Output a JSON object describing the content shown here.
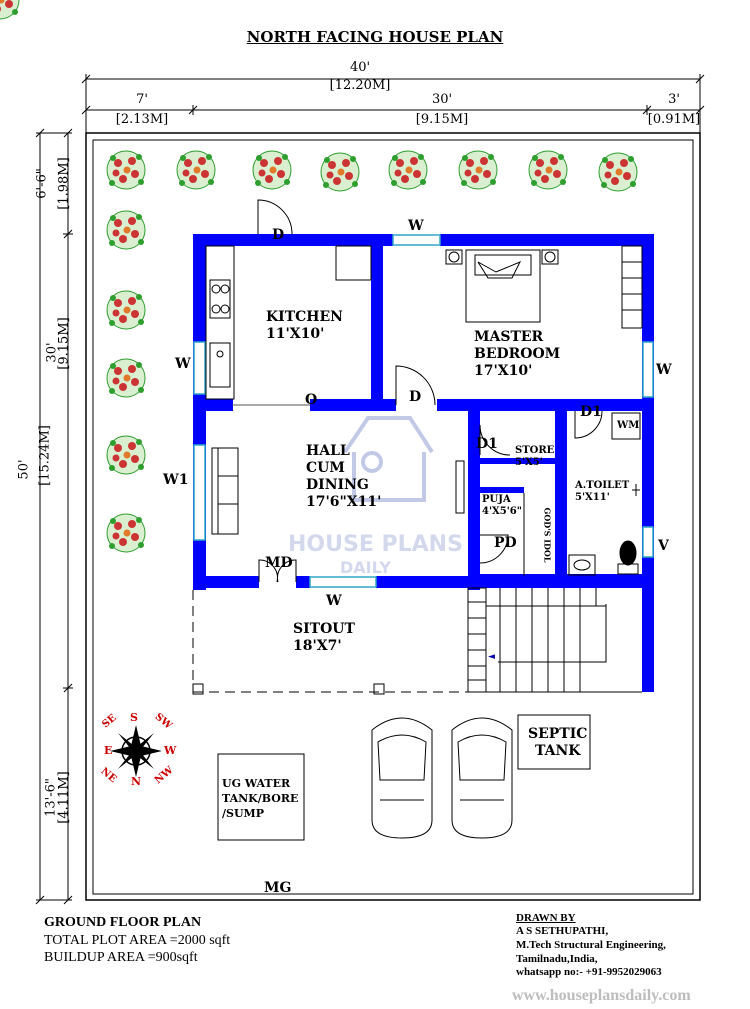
{
  "title": "NORTH FACING HOUSE PLAN",
  "dimensions": {
    "total_width_ft": "40'",
    "total_width_m": "[12.20M]",
    "left_setback_ft": "7'",
    "left_setback_m": "[2.13M]",
    "house_width_ft": "30'",
    "house_width_m": "[9.15M]",
    "right_setback_ft": "3'",
    "right_setback_m": "[0.91M]",
    "top_setback_ft": "6'-6\"",
    "top_setback_m": "[1.98M]",
    "house_depth_ft": "30'",
    "house_depth_m": "[9.15M]",
    "total_depth_ft": "50'",
    "total_depth_m": "[15.24M]",
    "front_setback_ft": "13'-6\"",
    "front_setback_m": "[4.11M]"
  },
  "rooms": {
    "kitchen": {
      "name": "KITCHEN",
      "size": "11'X10'"
    },
    "master_bedroom": {
      "name_line1": "MASTER",
      "name_line2": "BEDROOM",
      "size": "17'X10'"
    },
    "hall": {
      "name_line1": "HALL",
      "name_line2": "CUM",
      "name_line3": "DINING",
      "size": "17'6\"X11'"
    },
    "store": {
      "name": "STORE",
      "size": "5'X5'"
    },
    "toilet": {
      "name": "A.TOILET",
      "size": "5'X11'"
    },
    "puja": {
      "name": "PUJA",
      "size": "4'X5'6\""
    },
    "sitout": {
      "name": "SITOUT",
      "size": "18'X7'"
    }
  },
  "labels": {
    "door_d": "D",
    "window_w": "W",
    "window_w1": "W1",
    "door_d1": "D1",
    "door_md": "MD",
    "door_pd": "PD",
    "opening_o": "O",
    "vent_v": "V",
    "wm": "WM",
    "gods_idol": "GOD'S IDOL",
    "septic": "SEPTIC",
    "tank": "TANK",
    "ug_line1": "UG WATER",
    "ug_line2": "TANK/BORE",
    "ug_line3": "/SUMP",
    "main_gate": "MG",
    "arrow": "◄"
  },
  "compass": {
    "n": "N",
    "s": "S",
    "e": "E",
    "w": "W",
    "ne": "NE",
    "nw": "NW",
    "se": "SE",
    "sw": "SW"
  },
  "watermark": {
    "line1": "HOUSE PLANS",
    "line2": "DAILY"
  },
  "footer": {
    "plan_title": "GROUND FLOOR PLAN",
    "plot_area": "TOTAL PLOT AREA =2000 sqft",
    "buildup_area": "BUILDUP AREA =900sqft",
    "drawn_by": "DRAWN BY",
    "author": "A S SETHUPATHI,",
    "qualification": "M.Tech Structural Engineering,",
    "location": "Tamilnadu,India,",
    "whatsapp": "whatsapp no:- +91-9952029063",
    "website": "www.houseplansdaily.com"
  },
  "colors": {
    "wall": "#0000ff",
    "window": "#7fd6e6",
    "tree": "#cc3333",
    "leaf": "#2e9e2e",
    "watermark": "#9aa6d6"
  }
}
